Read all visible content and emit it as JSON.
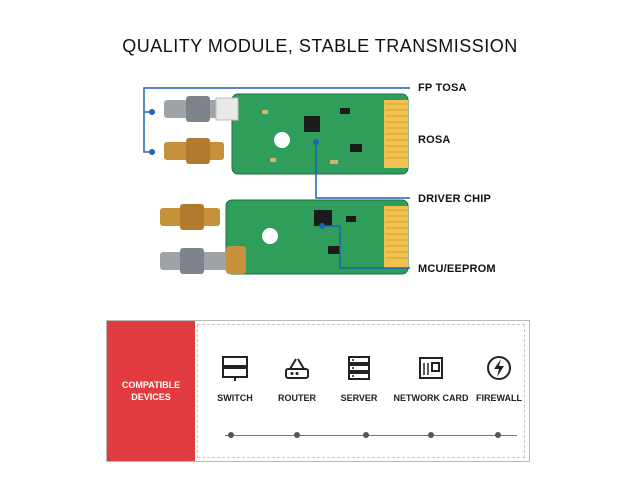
{
  "title": "QUALITY MODULE, STABLE TRANSMISSION",
  "callouts": {
    "fp_tosa": "FP TOSA",
    "rosa": "ROSA",
    "driver_chip": "DRIVER CHIP",
    "mcu_eeprom": "MCU/EEPROM"
  },
  "colors": {
    "accent_blue": "#1f64b4",
    "pcb_green": "#2f9e5b",
    "panel_red": "#e23b3f"
  },
  "devices_panel": {
    "heading": "COMPATIBLE\nDEVICES",
    "items": [
      {
        "label": "SWITCH",
        "icon": "switch-icon"
      },
      {
        "label": "ROUTER",
        "icon": "router-icon"
      },
      {
        "label": "SERVER",
        "icon": "server-icon"
      },
      {
        "label": "NETWORK CARD",
        "icon": "network-card-icon"
      },
      {
        "label": "FIREWALL",
        "icon": "firewall-icon"
      }
    ]
  }
}
